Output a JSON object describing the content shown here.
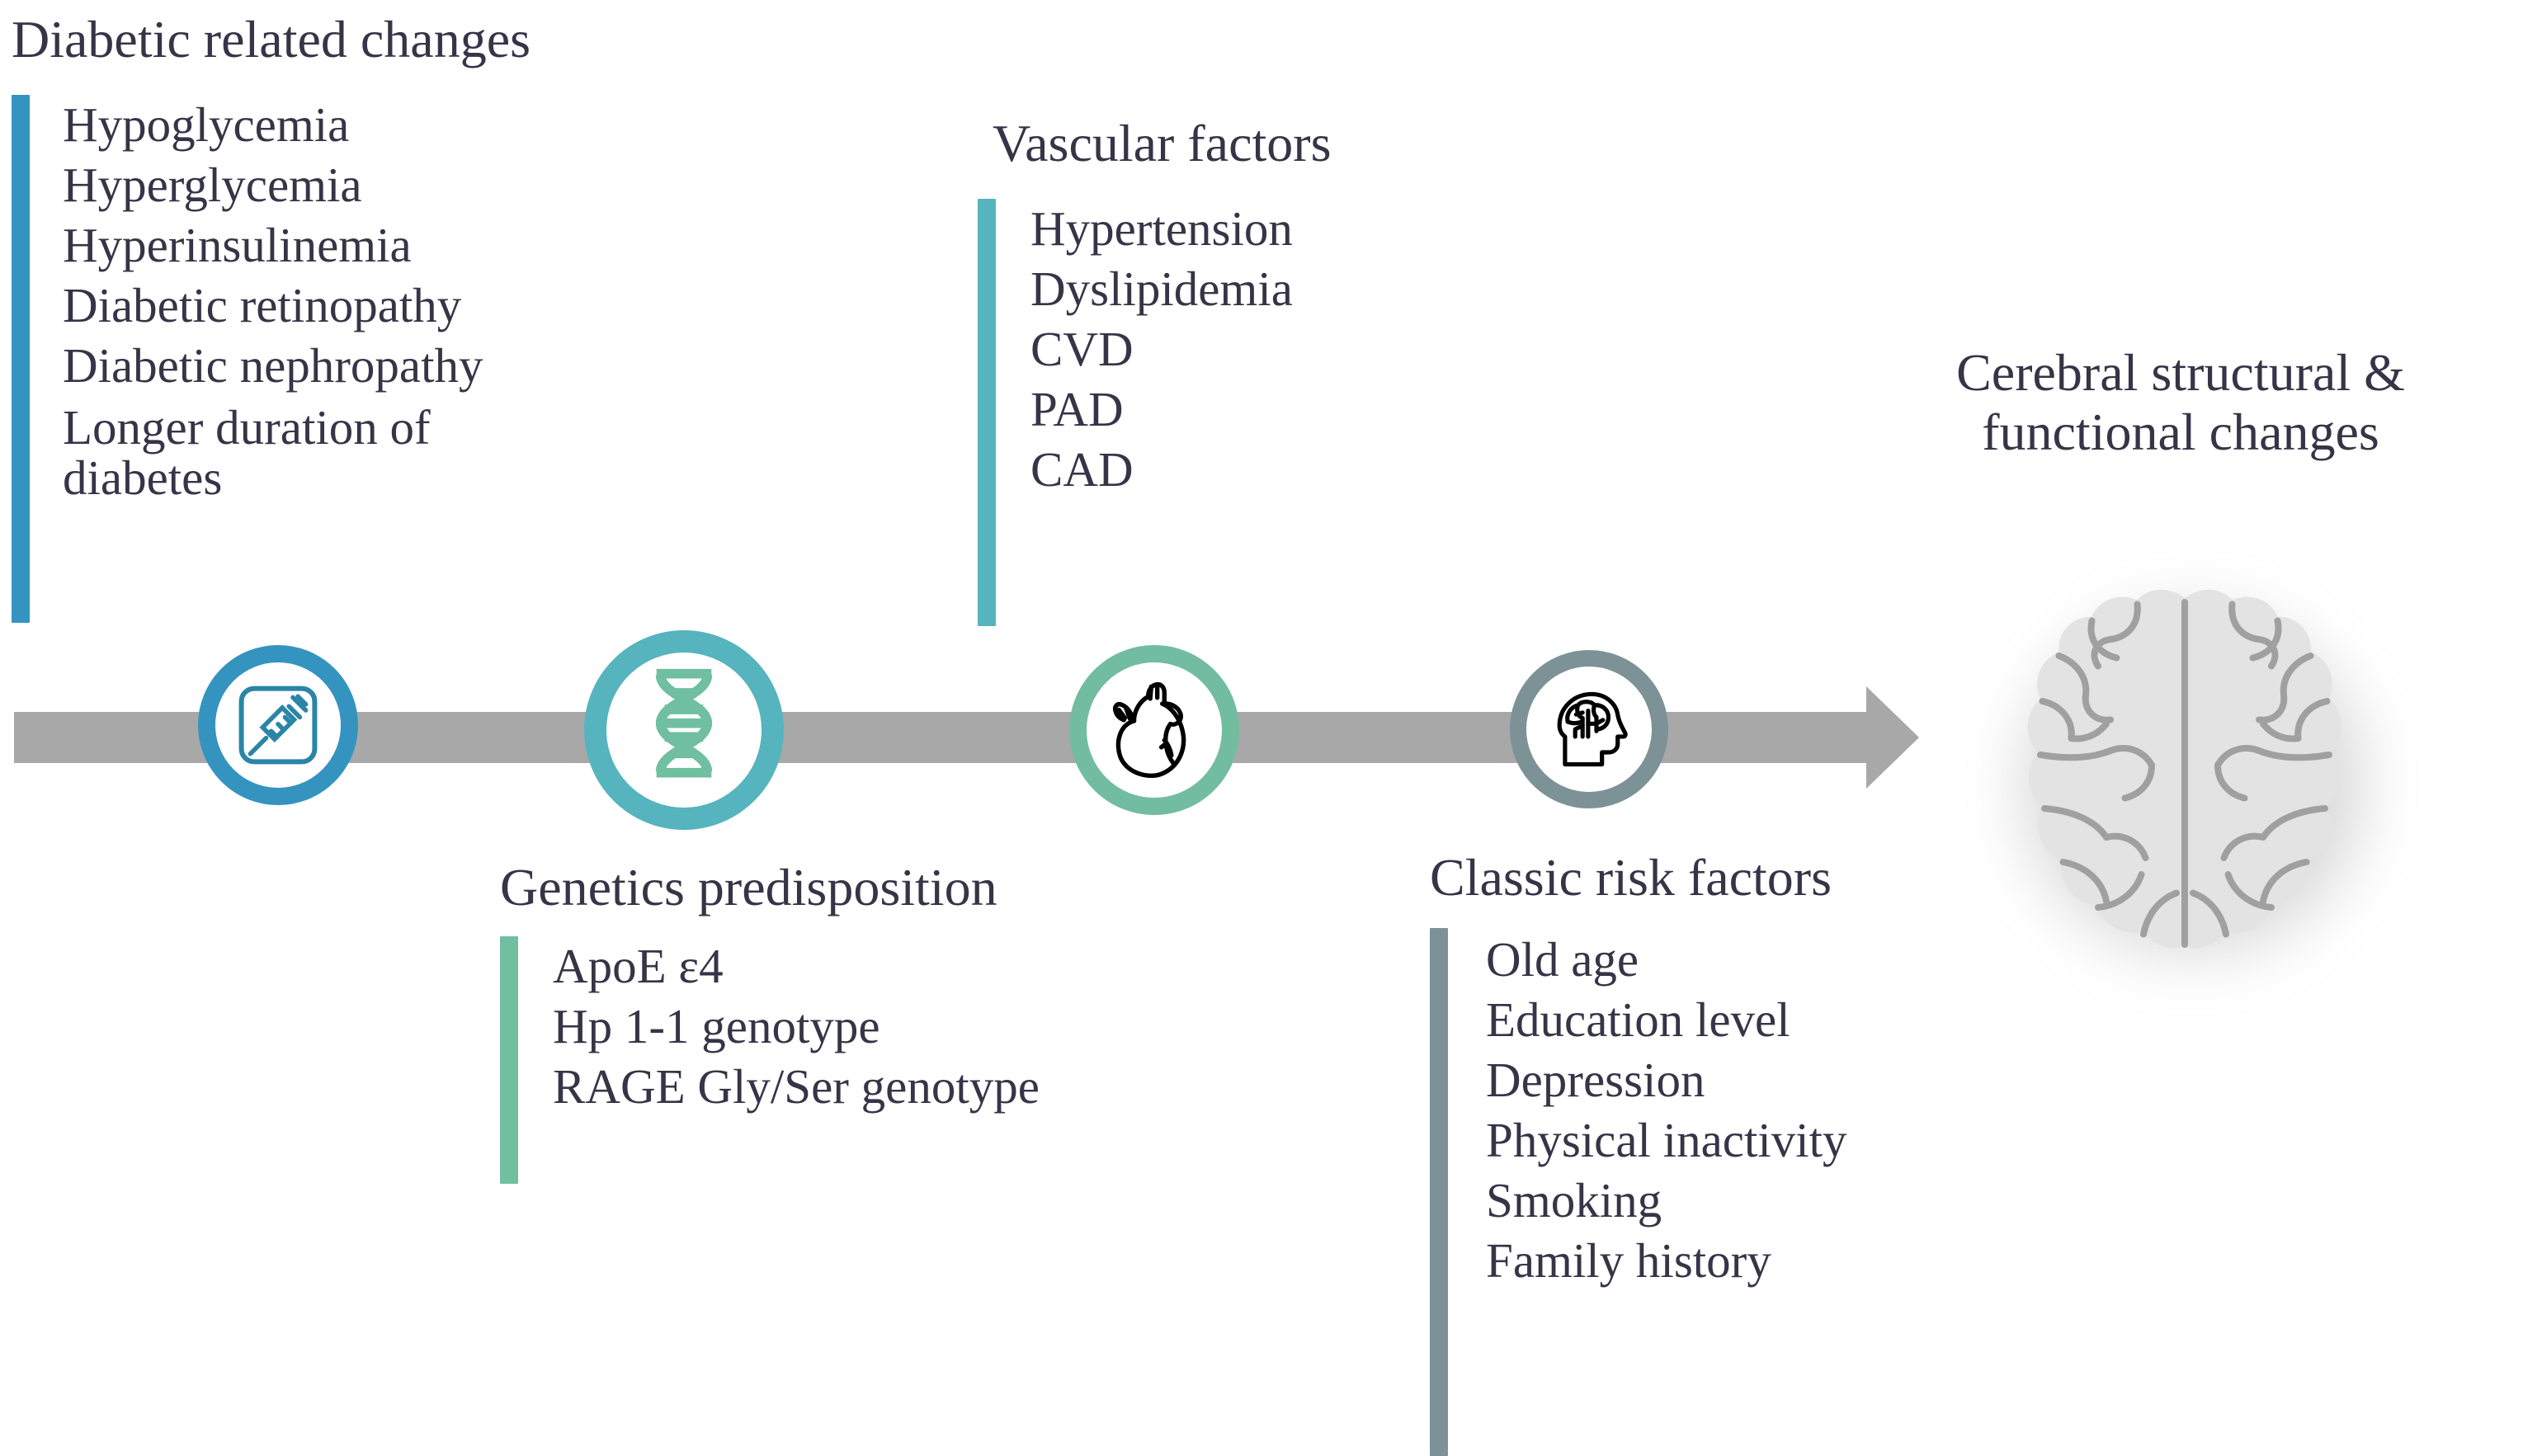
{
  "diagram": {
    "type": "timeline-flow",
    "background": "#ffffff",
    "arrow_color": "#a8a8a8",
    "text_color": "#383447"
  },
  "groups": [
    {
      "id": "diabetic-related-changes",
      "title": "Diabetic related changes",
      "accent_color": "#3494bf",
      "items": [
        "Hypoglycemia",
        "Hyperglycemia",
        "Hyperinsulinemia",
        "Diabetic retinopathy",
        "Diabetic nephropathy",
        "Longer duration of\ndiabetes"
      ]
    },
    {
      "id": "vascular-factors",
      "title": "Vascular factors",
      "accent_color": "#55b4bd",
      "items": [
        "Hypertension",
        "Dyslipidemia",
        "CVD",
        "PAD",
        "CAD"
      ]
    },
    {
      "id": "genetics-predisposition",
      "title": "Genetics predisposition",
      "accent_color": "#6fbfa0",
      "items": [
        "ApoE ε4",
        "Hp 1-1 genotype",
        "RAGE Gly/Ser genotype"
      ]
    },
    {
      "id": "classic-risk-factors",
      "title": "Classic risk factors",
      "accent_color": "#7d9296",
      "items": [
        "Old age",
        "Education level",
        "Depression",
        "Physical inactivity",
        "Smoking",
        "Family history"
      ]
    }
  ],
  "nodes": [
    {
      "id": "node-syringe",
      "icon": "syringe-icon",
      "ring_color": "#3494bf",
      "glyph_color": "#2a7f9e"
    },
    {
      "id": "node-dna",
      "icon": "dna-helix-icon",
      "ring_color": "#55b4bd",
      "glyph_color": "#6fbfa0"
    },
    {
      "id": "node-heart",
      "icon": "anatomical-heart-icon",
      "ring_color": "#72bca2",
      "glyph_color": "#000000"
    },
    {
      "id": "node-head",
      "icon": "head-brain-icon",
      "ring_color": "#7d9296",
      "glyph_color": "#000000"
    }
  ],
  "outcome": {
    "title": "Cerebral structural &\nfunctional changes",
    "icon": "brain-top-view-icon",
    "icon_color": "#e2e2e2",
    "icon_line_color": "#9a9a9a"
  }
}
